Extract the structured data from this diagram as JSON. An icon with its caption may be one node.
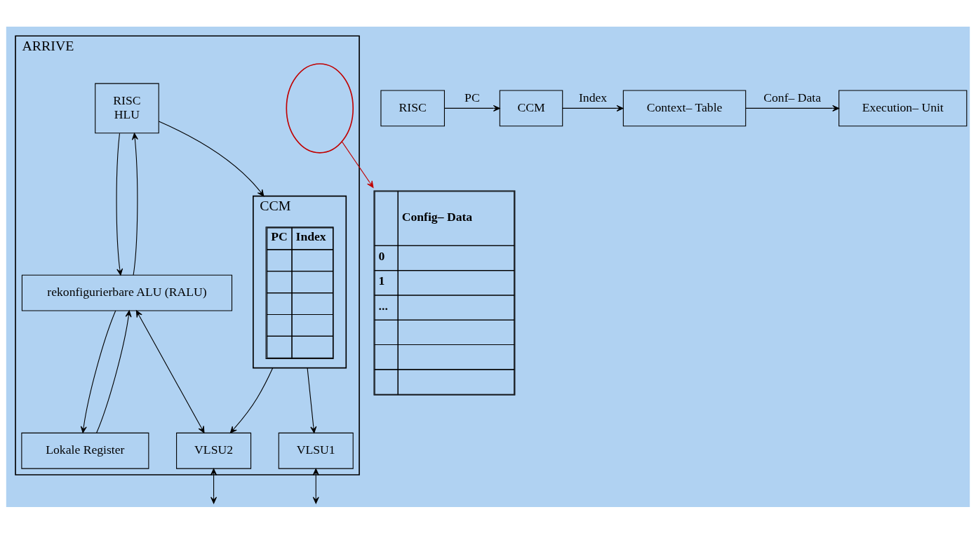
{
  "diagram": {
    "nodes": [
      {
        "text": [
          "ARRIVE"
        ]
      },
      {
        "text": [
          "RISC",
          "HLU"
        ],
        "in": 0
      },
      {
        "text": [
          "rekonfigurierbare ALU (RALU)"
        ],
        "in": 0
      },
      {
        "text": [
          "CCM"
        ],
        "in": 0
      },
      {
        "text": [
          "PC",
          "Index"
        ],
        "in": 3
      },
      {
        "text": [
          "VLSU1"
        ],
        "in": 0
      },
      {
        "text": [
          "VLSU2"
        ],
        "in": 0
      },
      {
        "text": [
          "Lokale Register"
        ],
        "in": 0
      },
      {
        "text": [],
        "shape": "ellipse",
        "in": 0
      },
      {
        "text": [
          "Config– Data",
          "0",
          "1",
          "..."
        ]
      },
      {
        "text": [
          "RISC"
        ]
      },
      {
        "text": [
          "CCM"
        ]
      },
      {
        "text": [
          "Context– Table"
        ]
      },
      {
        "text": [
          "Execution– Unit"
        ]
      }
    ],
    "edges": [
      {
        "from": 2,
        "to": 1,
        "arrow": "to"
      },
      {
        "from": 1,
        "to": 2,
        "arrow": "to"
      },
      {
        "from": 1,
        "to": 3,
        "arrow": "to"
      },
      {
        "from": 3,
        "to": 5,
        "arrow": "to"
      },
      {
        "from": 3,
        "to": 6,
        "arrow": "to"
      },
      {
        "from": 2,
        "to": 6,
        "arrow": "both"
      },
      {
        "from": 7,
        "to": 2,
        "arrow": "to"
      },
      {
        "from": 2,
        "to": 7,
        "arrow": "to"
      },
      {
        "from": 5,
        "to": null,
        "arrow": "both"
      },
      {
        "from": 6,
        "to": null,
        "arrow": "both"
      },
      {
        "from": 8,
        "to": 9,
        "arrow": "to",
        "color": "#c00000"
      },
      {
        "from": 10,
        "to": 11,
        "arrow": "to",
        "label": "PC"
      },
      {
        "from": 11,
        "to": 12,
        "arrow": "to",
        "label": "Index"
      },
      {
        "from": 12,
        "to": 13,
        "arrow": "to",
        "label": "Conf– Data"
      }
    ]
  }
}
